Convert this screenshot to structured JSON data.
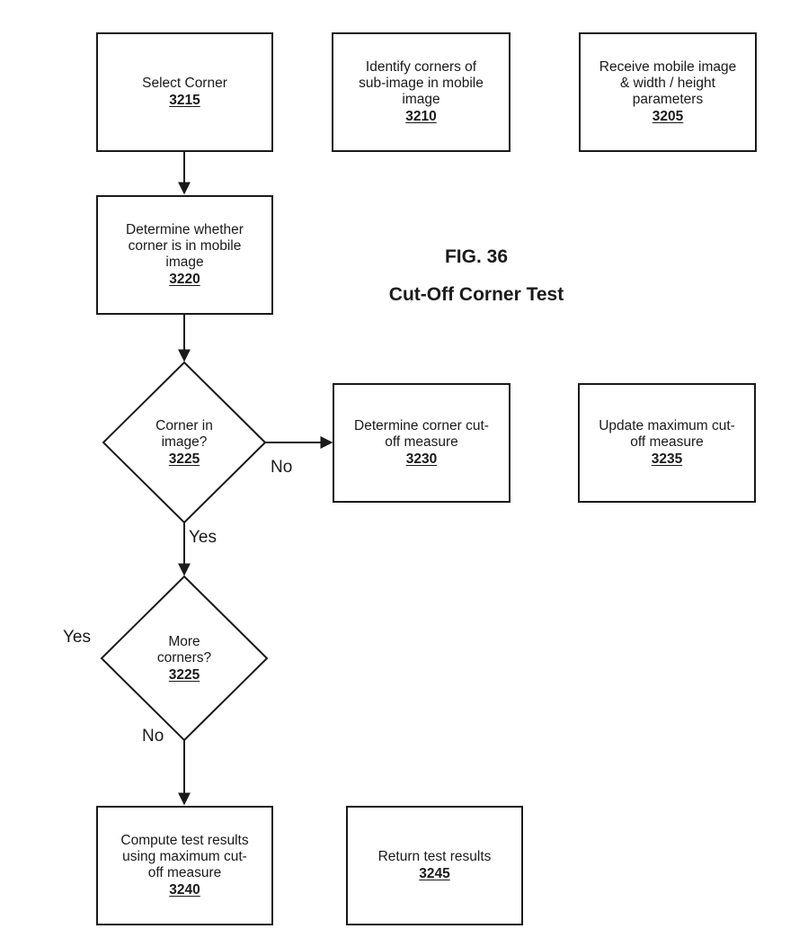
{
  "figure": {
    "number": "FIG. 36",
    "title": "Cut-Off Corner Test"
  },
  "nodes": [
    {
      "id": "select_corner",
      "shape": "rect",
      "label": "Select Corner",
      "ref": "3215"
    },
    {
      "id": "identify_corners",
      "shape": "rect",
      "label": "Identify corners of\nsub-image in mobile\nimage",
      "ref": "3210"
    },
    {
      "id": "receive_image",
      "shape": "rect",
      "label": "Receive mobile image\n& width / height\nparameters",
      "ref": "3205"
    },
    {
      "id": "determine_in_image",
      "shape": "rect",
      "label": "Determine whether\ncorner is in mobile\nimage",
      "ref": "3220"
    },
    {
      "id": "corner_in_image",
      "shape": "diamond",
      "label": "Corner in\nimage?",
      "ref": "3225"
    },
    {
      "id": "determine_cutoff",
      "shape": "rect",
      "label": "Determine corner cut-\noff measure",
      "ref": "3230"
    },
    {
      "id": "update_max",
      "shape": "rect",
      "label": "Update maximum cut-\noff measure",
      "ref": "3235"
    },
    {
      "id": "more_corners",
      "shape": "diamond",
      "label": "More\ncorners?",
      "ref": "3225"
    },
    {
      "id": "compute_results",
      "shape": "rect",
      "label": "Compute test results\nusing maximum cut-\noff measure",
      "ref": "3240"
    },
    {
      "id": "return_results",
      "shape": "rect",
      "label": "Return test results",
      "ref": "3245"
    }
  ],
  "edges": [
    {
      "from": "select_corner",
      "to": "determine_in_image",
      "label": ""
    },
    {
      "from": "determine_in_image",
      "to": "corner_in_image",
      "label": ""
    },
    {
      "from": "corner_in_image",
      "to": "determine_cutoff",
      "label": "No"
    },
    {
      "from": "corner_in_image",
      "to": "more_corners",
      "label": "Yes"
    },
    {
      "from": "more_corners",
      "to": "compute_results",
      "label": "No"
    }
  ],
  "loose_labels": [
    {
      "id": "more_corners_yes",
      "text": "Yes"
    }
  ],
  "colors": {
    "line": "#1a1a1a",
    "background": "#ffffff"
  }
}
